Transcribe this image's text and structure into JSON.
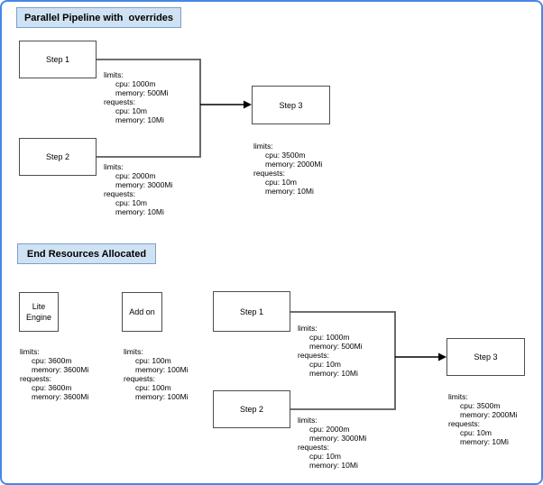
{
  "colors": {
    "frame_border": "#4a86e8",
    "title_fill": "#cfe2f3",
    "title_border": "#7e9fc9",
    "node_border": "#4d4d4d",
    "bracket_line": "#5a5a5a",
    "arrow": "#000000"
  },
  "top": {
    "title": "Parallel Pipeline with  overrides",
    "step1": {
      "label": "Step 1",
      "res": [
        "limits:",
        "cpu: 1000m",
        "memory: 500Mi",
        "requests:",
        "cpu: 10m",
        "memory: 10Mi"
      ]
    },
    "step2": {
      "label": "Step 2",
      "res": [
        "limits:",
        "cpu: 2000m",
        "memory: 3000Mi",
        "requests:",
        "cpu: 10m",
        "memory: 10Mi"
      ]
    },
    "step3": {
      "label": "Step 3",
      "res": [
        "limits:",
        "cpu: 3500m",
        "memory: 2000Mi",
        "requests:",
        "cpu: 10m",
        "memory: 10Mi"
      ]
    }
  },
  "bottom": {
    "title": "End Resources Allocated",
    "lite_engine": {
      "label_line1": "Lite",
      "label_line2": "Engine",
      "res": [
        "limits:",
        "cpu: 3600m",
        "memory: 3600Mi",
        "requests:",
        "cpu: 3600m",
        "memory: 3600Mi"
      ]
    },
    "add_on": {
      "label": "Add on",
      "res": [
        "limits:",
        "cpu: 100m",
        "memory: 100Mi",
        "requests:",
        "cpu: 100m",
        "memory: 100Mi"
      ]
    },
    "step1": {
      "label": "Step 1",
      "res": [
        "limits:",
        "cpu: 1000m",
        "memory: 500Mi",
        "requests:",
        "cpu: 10m",
        "memory: 10Mi"
      ]
    },
    "step2": {
      "label": "Step 2",
      "res": [
        "limits:",
        "cpu: 2000m",
        "memory: 3000Mi",
        "requests:",
        "cpu: 10m",
        "memory: 10Mi"
      ]
    },
    "step3": {
      "label": "Step 3",
      "res": [
        "limits:",
        "cpu: 3500m",
        "memory: 2000Mi",
        "requests:",
        "cpu: 10m",
        "memory: 10Mi"
      ]
    }
  }
}
